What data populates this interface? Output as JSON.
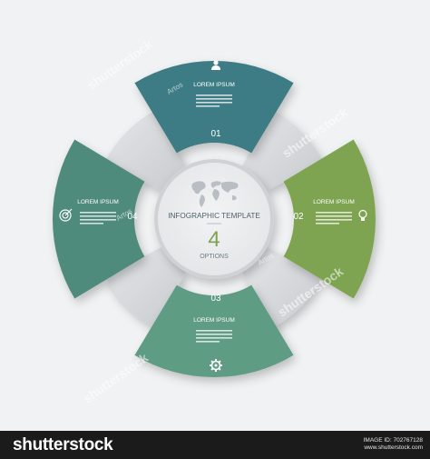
{
  "center": {
    "title": "INFOGRAPHIC TEMPLATE",
    "big_number": "4",
    "subtitle": "OPTIONS"
  },
  "segments": [
    {
      "number": "01",
      "heading": "LOREM IPSUM",
      "icon": "person-icon",
      "color": "#3d7b84"
    },
    {
      "number": "02",
      "heading": "LOREM IPSUM",
      "icon": "lightbulb-icon",
      "color": "#7ea451"
    },
    {
      "number": "03",
      "heading": "LOREM IPSUM",
      "icon": "gear-icon",
      "color": "#5f9c84"
    },
    {
      "number": "04",
      "heading": "LOREM IPSUM",
      "icon": "target-icon",
      "color": "#4f8b7d"
    }
  ],
  "colors": {
    "background": "#f1f2f3",
    "connector": "#dadcde",
    "center_circle": "#e9ebec",
    "accent_green": "#7ea451",
    "footer_bar": "#1b1b1b"
  },
  "watermark": {
    "text": "shutterstock",
    "photographer": "Artos"
  },
  "footer": {
    "brand": "shutterstock",
    "id_line1": "IMAGE ID: 702767128",
    "id_line2": "www.shutterstock.com"
  }
}
